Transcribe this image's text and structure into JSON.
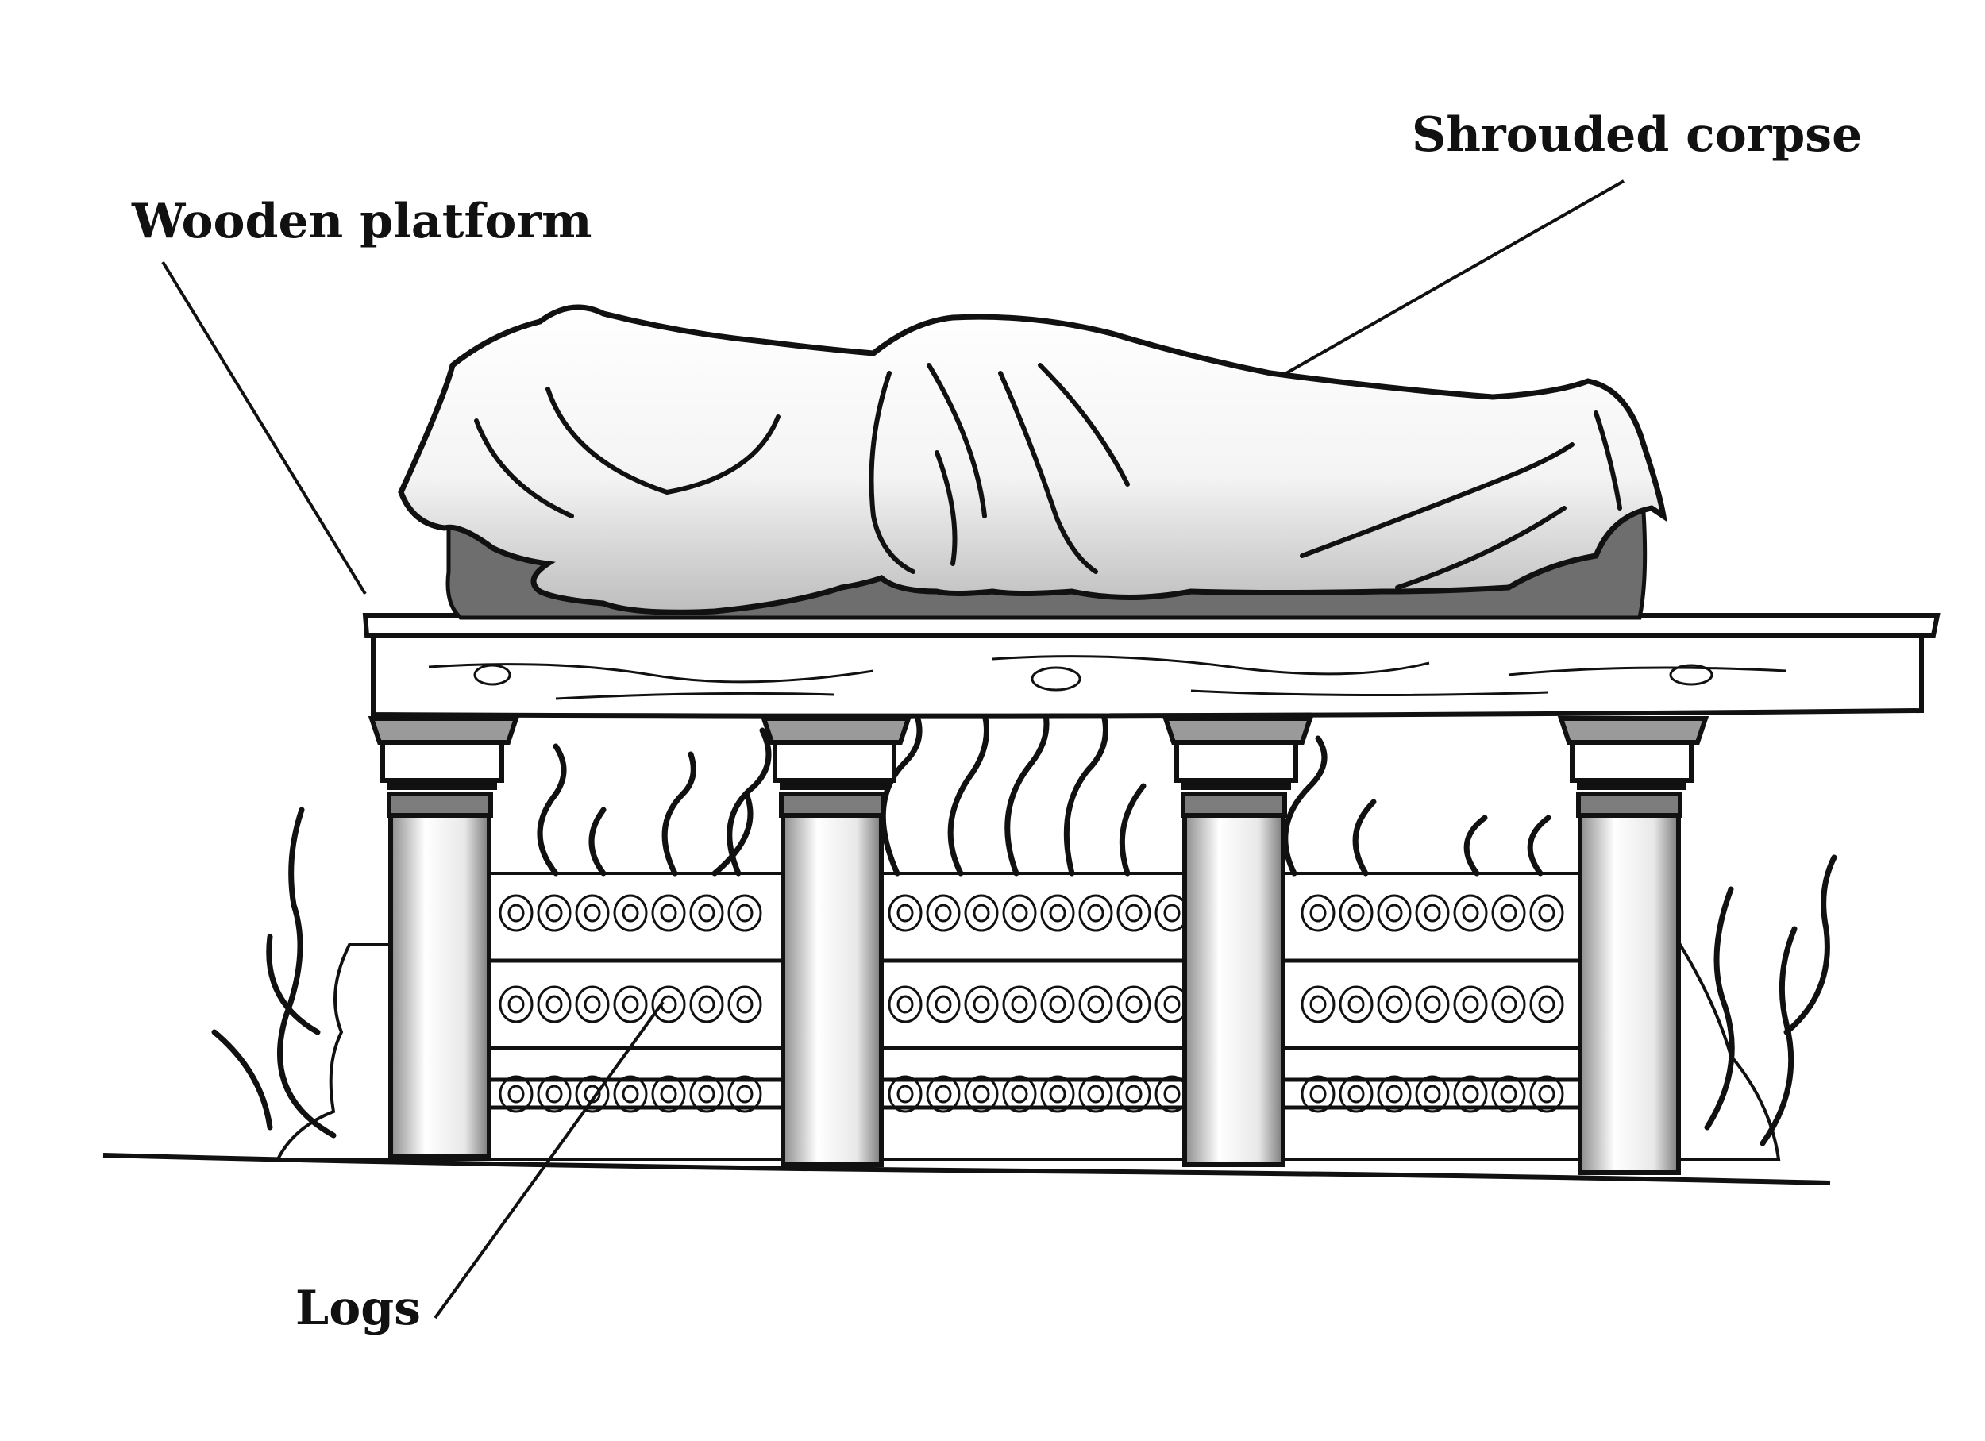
{
  "labels": {
    "shrouded_corpse": "Shrouded corpse",
    "wooden_platform": "Wooden platform",
    "logs": "Logs"
  },
  "colors": {
    "ink": "#111111",
    "background": "#ffffff",
    "shroud_shadow": "#6e6e6e"
  }
}
